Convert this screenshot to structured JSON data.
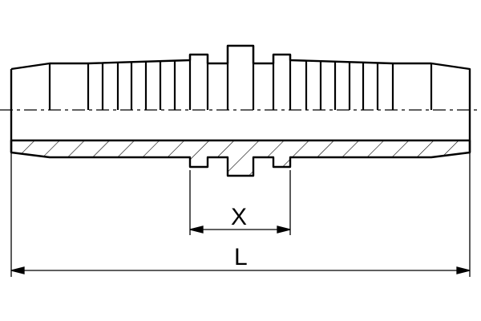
{
  "drawing": {
    "type": "technical-drawing",
    "subject": "double hose barb connector (cross-section)",
    "dimensions": {
      "x_label": "X",
      "l_label": "L"
    },
    "colors": {
      "line": "#000000",
      "background": "#ffffff"
    }
  }
}
